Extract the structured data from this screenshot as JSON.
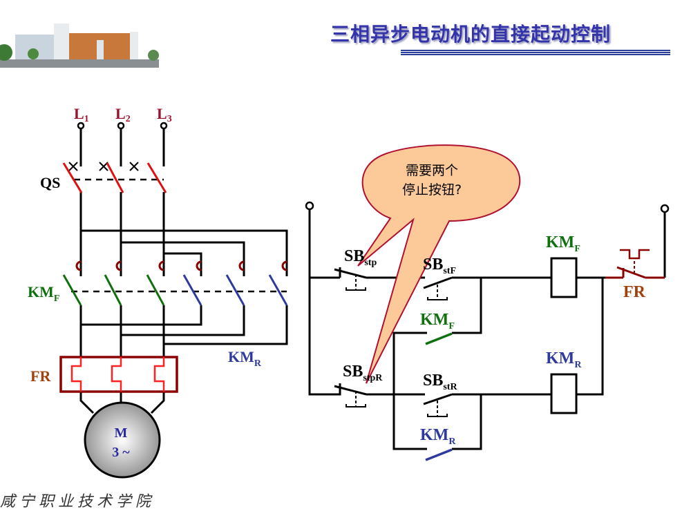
{
  "header": {
    "title": "三相异步电动机的直接起动控制",
    "photo": "campus-building-photo"
  },
  "footer": {
    "school_calligraphy": "咸宁职业技术学院"
  },
  "colors": {
    "title_blue": "#3333aa",
    "line_label_red": "#a0102a",
    "kmf_green": "#107010",
    "kmr_blue": "#2e3a9e",
    "fr_brown": "#a0400a",
    "fr_frame_dark_red": "#8b0000",
    "bubble_fill": "#fcc999",
    "bubble_border": "#b01030"
  },
  "main_circuit": {
    "lines": [
      {
        "base": "L",
        "sub": "1"
      },
      {
        "base": "L",
        "sub": "2"
      },
      {
        "base": "L",
        "sub": "3"
      }
    ],
    "switch_label": "QS",
    "kmf_label": {
      "base": "KM",
      "sub": "F"
    },
    "kmr_label": {
      "base": "KM",
      "sub": "R"
    },
    "fr_label": "FR",
    "motor": {
      "line1": "M",
      "line2": "3 ~"
    }
  },
  "control_circuit": {
    "sb_stop_f": {
      "base": "SB",
      "sub": "stp"
    },
    "sb_start_f": {
      "base": "SB",
      "sub": "stF"
    },
    "kmf_contact": {
      "base": "KM",
      "sub": "F"
    },
    "sb_stop_r": {
      "base": "SB",
      "sub": "stpR"
    },
    "sb_start_r": {
      "base": "SB",
      "sub": "stR"
    },
    "kmr_contact": {
      "base": "KM",
      "sub": "R"
    },
    "kmf_coil": {
      "base": "KM",
      "sub": "F"
    },
    "kmr_coil": {
      "base": "KM",
      "sub": "R"
    },
    "fr_contact": "FR"
  },
  "callout": {
    "line1": "需要两个",
    "line2": "停止按钮?"
  }
}
